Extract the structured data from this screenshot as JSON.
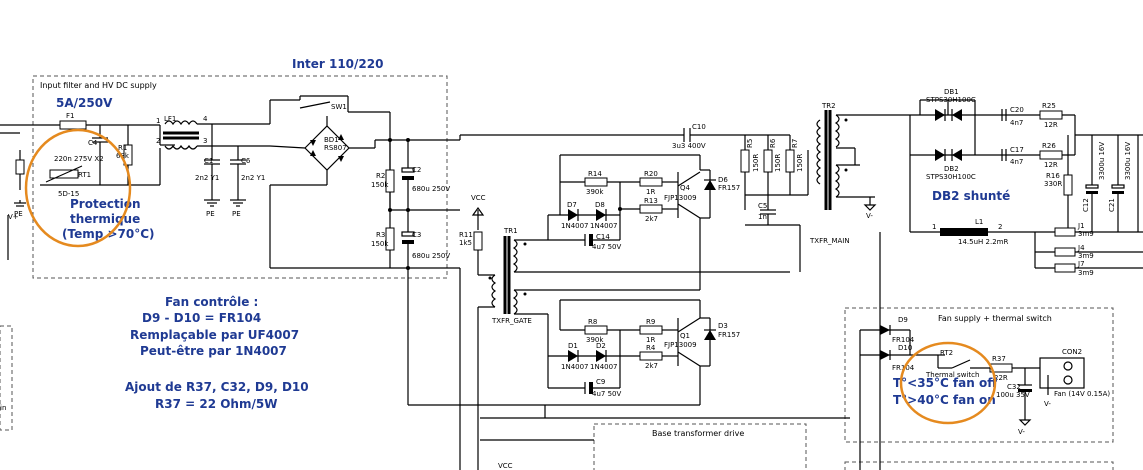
{
  "labels": {
    "input_filter": "Input filter and HV DC supply",
    "inter": "Inter 110/220",
    "fuse_rating": "5A/250V",
    "f1": "F1",
    "lf1": "LF1",
    "sw1": "SW1",
    "bd1": "BD1",
    "bd1_part": "RS807",
    "c4": "C4",
    "c4_val": "220n 275V X2",
    "r1": "R1",
    "r1_val": "68k",
    "rt1": "RT1",
    "rt1_val": "5D-15",
    "c1": "C1",
    "c1_val": "2n2 Y1",
    "c6": "C6",
    "c6_val": "2n2 Y1",
    "pe": "PE",
    "r2": "R2",
    "r2_val": "150k",
    "c2": "C2",
    "c2_val": "680u 250V",
    "r3": "R3",
    "r3_val": "150k",
    "c3": "C3",
    "c3_val": "680u 250V",
    "c10": "C10",
    "c10_val": "3u3 400V",
    "r14": "R14",
    "r14_val": "390k",
    "r20": "R20",
    "r20_val": "1R",
    "r13": "R13",
    "r13_val": "2k7",
    "d7": "D7",
    "d8": "D8",
    "d_val": "1N4007",
    "c14": "C14",
    "c14_val": "4u7 50V",
    "q4": "Q4",
    "q_part": "FJP13009",
    "d6": "D6",
    "d_fr157": "FR157",
    "tr1": "TR1",
    "txfr_gate": "TXFR_GATE",
    "r11": "R11",
    "r11_val": "1k5",
    "vcc": "VCC",
    "r8": "R8",
    "r8_val": "390k",
    "r9": "R9",
    "r9_val": "1R",
    "r4": "R4",
    "r4_val": "2k7",
    "d1": "D1",
    "d2": "D2",
    "c9": "C9",
    "c9_val": "4u7 50V",
    "q1": "Q1",
    "d3": "D3",
    "r5": "R5",
    "r6": "R6",
    "r7": "R7",
    "r_150r": "150R",
    "c5": "C5",
    "c5_val": "1n",
    "tr2": "TR2",
    "txfr_main": "TXFR_MAIN",
    "v_minus": "V-",
    "v_plus": "V+",
    "db1": "DB1",
    "db2": "DB2",
    "db_part": "STPS30H100C",
    "c20": "C20",
    "c17": "C17",
    "c_4n7": "4n7",
    "r25": "R25",
    "r26": "R26",
    "r_12r": "12R",
    "r16": "R16",
    "r16_val": "330R",
    "c12": "C12",
    "c21": "C21",
    "c_big": "3300u 16V",
    "l1": "L1",
    "l1_val": "14.5uH 2.2mR",
    "j1": "J1",
    "j4": "J4",
    "j7": "J7",
    "j_val": "3m9",
    "fan_supply": "Fan supply + thermal switch",
    "d9": "D9",
    "d10": "D10",
    "fr104": "FR104",
    "rt2": "RT2",
    "thermal_switch": "Thermal switch",
    "r37": "R37",
    "r37_val": "22R",
    "c32": "C32",
    "c32_val": "100u 35V",
    "con2": "CON2",
    "fan": "Fan (14V 0.15A)",
    "base_drive": "Base transformer drive",
    "in": "in"
  },
  "annotations": {
    "protection_1": "Protection",
    "protection_2": "thermique",
    "protection_3": "(Temp >70°C)",
    "db2_shunt": "DB2 shunté",
    "fan_note_1": "Fan contrôle :",
    "fan_note_2": "D9 - D10 = FR104",
    "fan_note_3": "Remplaçable par UF4007",
    "fan_note_4": "Peut-être par 1N4007",
    "fan_note_5": "Ajout de R37,  C32, D9, D10",
    "fan_note_6": "R37 = 22 Ohm/5W",
    "temp_off": "T°<35°C fan off",
    "temp_on": "T°>40°C fan on"
  },
  "colors": {
    "annotation": "#1f3a93",
    "highlight_circle": "#e58a1f"
  }
}
